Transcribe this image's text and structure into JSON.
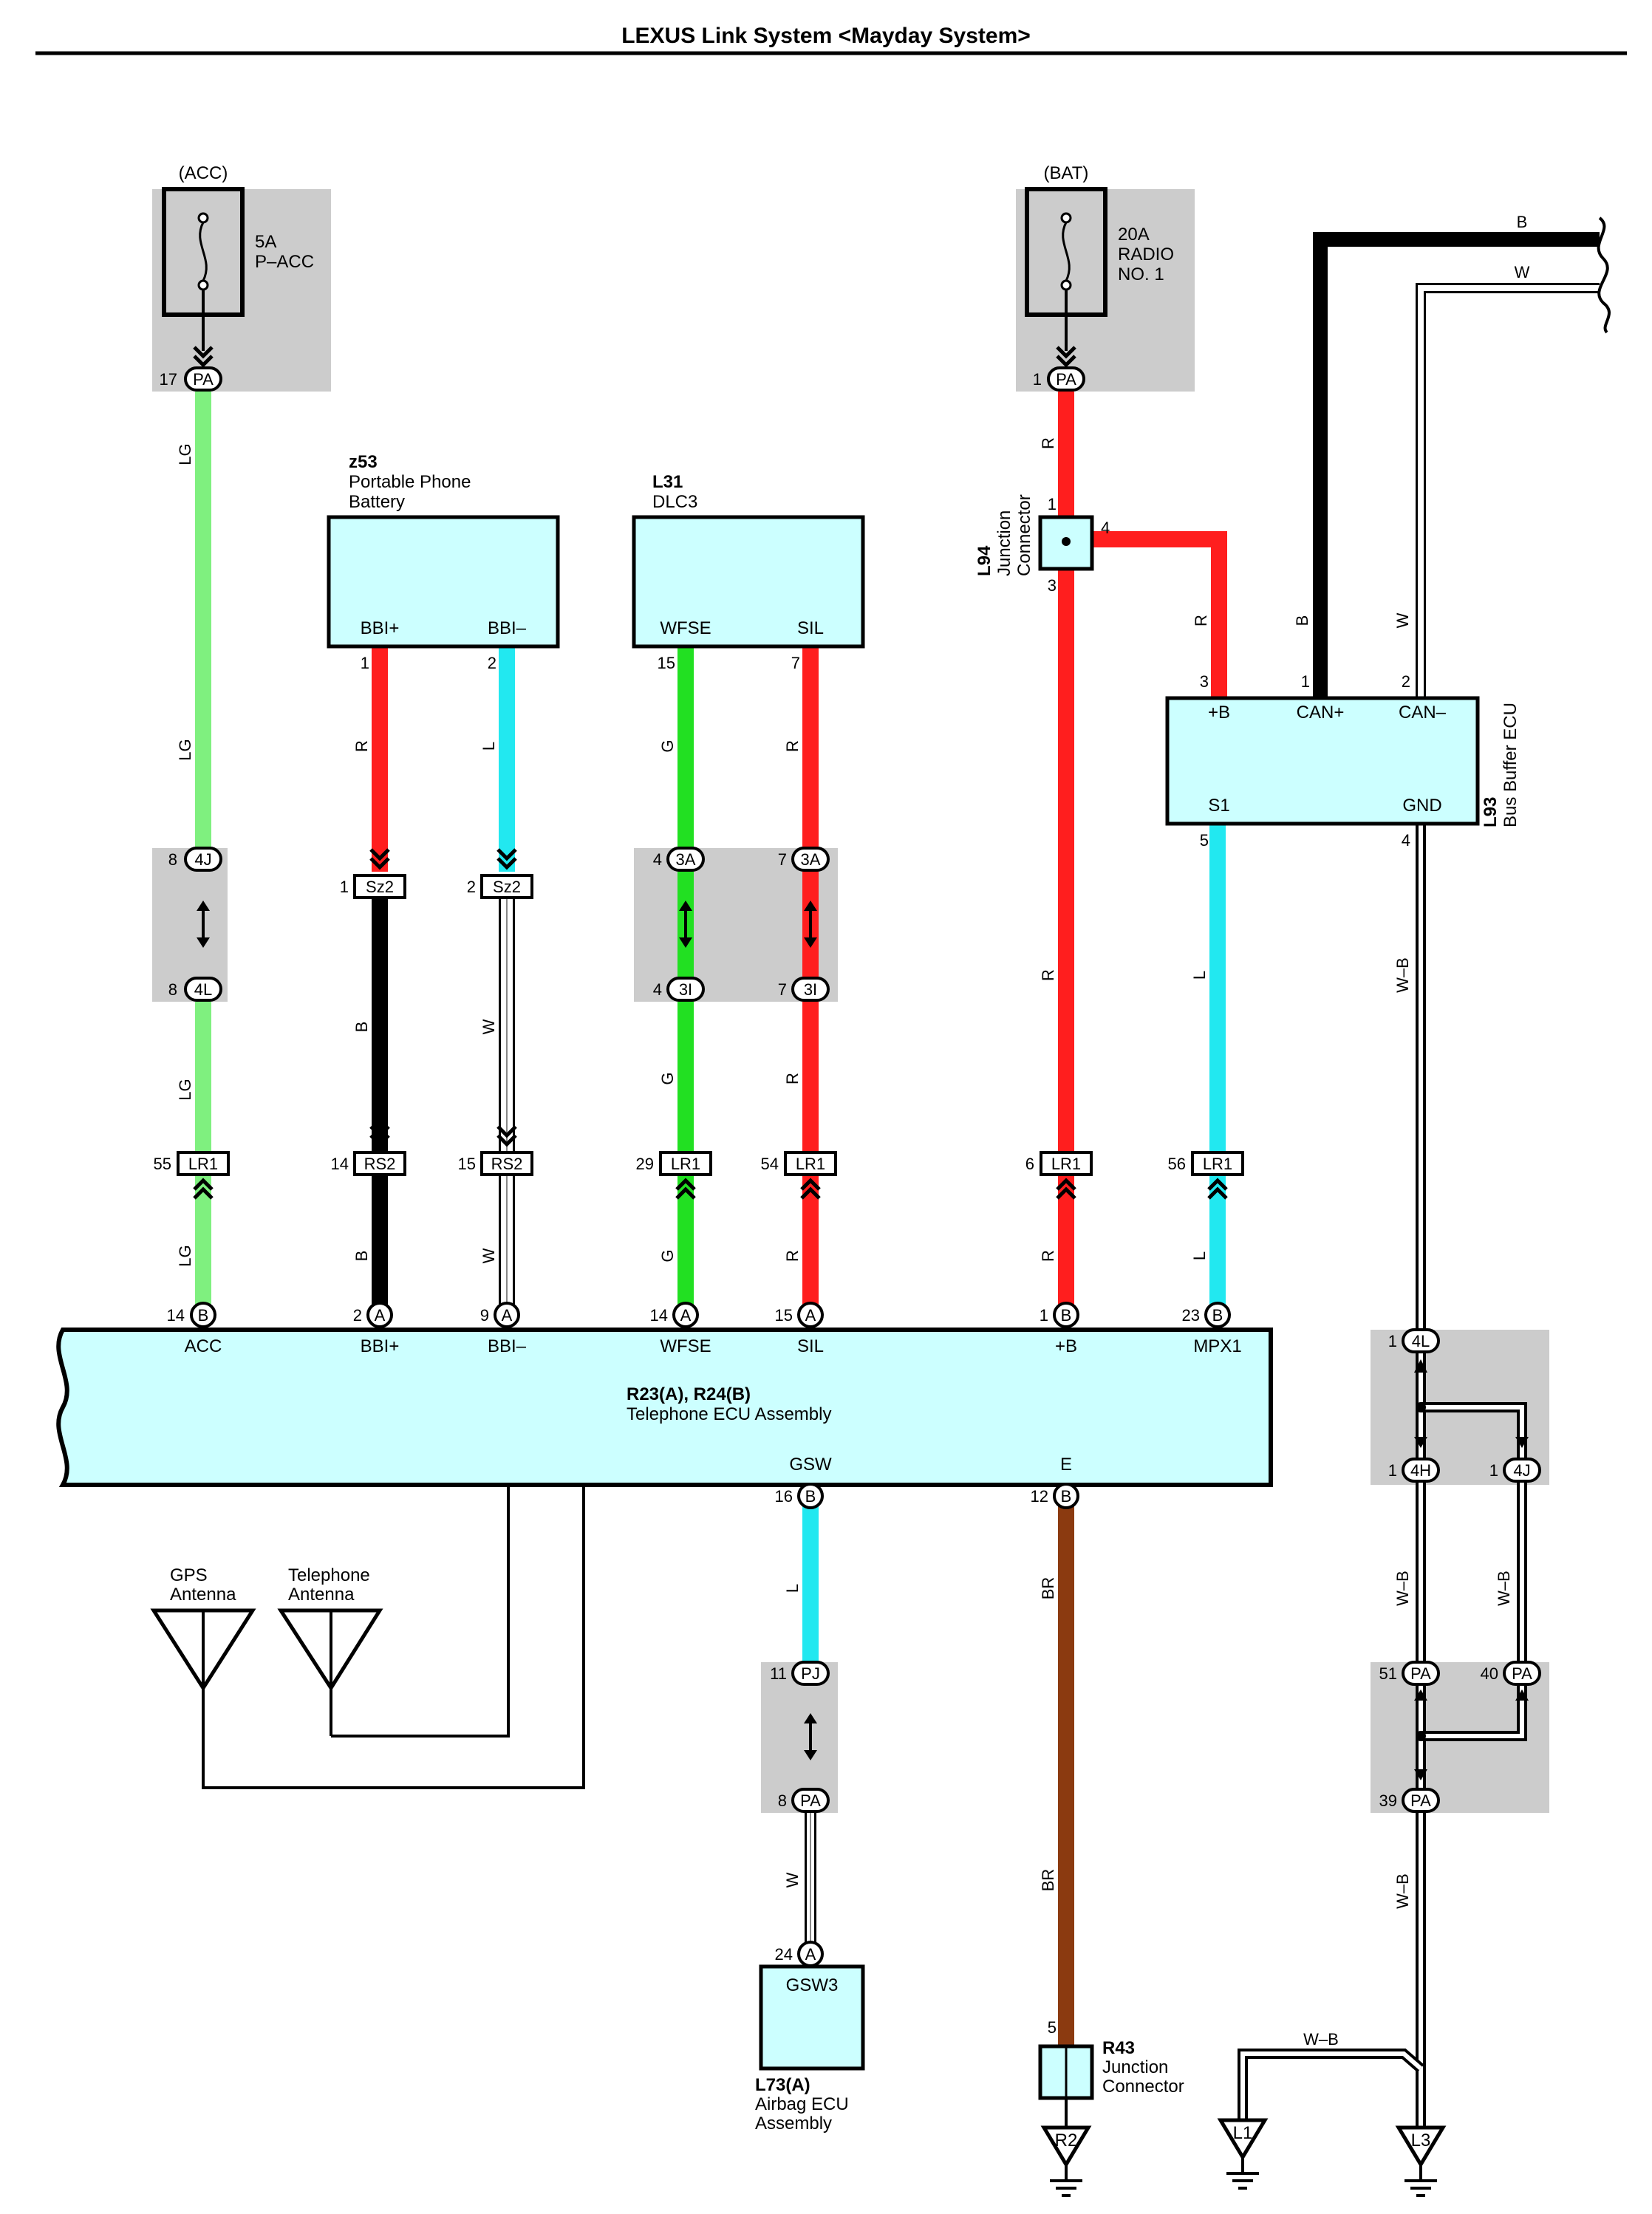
{
  "title": "LEXUS Link System <Mayday System>",
  "sources": {
    "acc_label": "(ACC)",
    "acc_fuse_amp": "5A",
    "acc_fuse_name": "P–ACC",
    "bat_label": "(BAT)",
    "bat_fuse_amp": "20A",
    "bat_fuse_name1": "RADIO",
    "bat_fuse_name2": "NO. 1"
  },
  "components": {
    "z53_code": "z53",
    "z53_name1": "Portable Phone",
    "z53_name2": "Battery",
    "z53_pin1": "BBI+",
    "z53_pin2": "BBI–",
    "l31_code": "L31",
    "l31_name": "DLC3",
    "l31_pin1": "WFSE",
    "l31_pin2": "SIL",
    "l94_code": "L94",
    "l94_name1": "Junction",
    "l94_name2": "Connector",
    "l93_code": "L93",
    "l93_name": "Bus Buffer ECU",
    "l93_pins": [
      "+B",
      "CAN+",
      "CAN–",
      "S1",
      "GND"
    ],
    "ecu_code": "R23(A), R24(B)",
    "ecu_name": "Telephone ECU Assembly",
    "ecu_pins_top": [
      "ACC",
      "BBI+",
      "BBI–",
      "WFSE",
      "SIL",
      "+B",
      "MPX1"
    ],
    "ecu_pins_bottom": [
      "GSW",
      "E"
    ],
    "gps_label1": "GPS",
    "gps_label2": "Antenna",
    "tel_label1": "Telephone",
    "tel_label2": "Antenna",
    "l73_code": "L73(A)",
    "l73_name1": "Airbag ECU",
    "l73_name2": "Assembly",
    "l73_pin": "GSW3",
    "r43_code": "R43",
    "r43_name1": "Junction",
    "r43_name2": "Connector"
  },
  "wire_colors": {
    "LG": "LG",
    "R": "R",
    "L": "L",
    "G": "G",
    "B": "B",
    "W": "W",
    "BR": "BR",
    "WB": "W–B"
  },
  "connectors": {
    "PA": "PA",
    "4J": "4J",
    "4L": "4L",
    "3A": "3A",
    "3I": "3I",
    "Sz2": "Sz2",
    "RS2": "RS2",
    "LR1": "LR1",
    "A": "A",
    "Bc": "B",
    "4H": "4H",
    "PJ": "PJ"
  },
  "pins": {
    "p17": "17",
    "p8": "8",
    "p55": "55",
    "p14": "14",
    "p1": "1",
    "p2": "2",
    "p15": "15",
    "p9": "9",
    "p7": "7",
    "p4": "4",
    "p29": "29",
    "p54": "54",
    "p6": "6",
    "p56": "56",
    "p3": "3",
    "p5": "5",
    "p23": "23",
    "p16": "16",
    "p12": "12",
    "p11": "11",
    "p24": "24",
    "p51": "51",
    "p40": "40",
    "p39": "39"
  },
  "grounds": [
    "R2",
    "L1",
    "L3"
  ],
  "colors": {
    "LG": "#7FF07F",
    "R": "#FF1E1E",
    "L": "#22E8F0",
    "G": "#22E022",
    "B": "#000000",
    "BR": "#8B3A10",
    "box_fill": "#CCFFFF",
    "shade": "#CCCCCC"
  }
}
